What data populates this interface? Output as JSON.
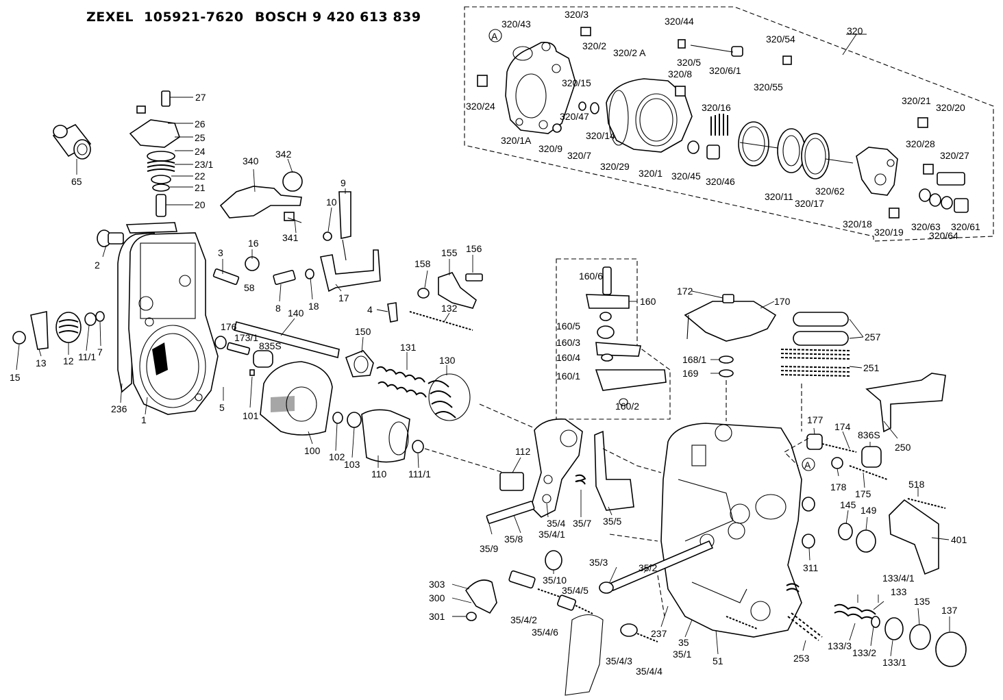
{
  "header": {
    "brand1": "ZEXEL",
    "part1": "105921-7620",
    "brand2": "BOSCH",
    "part2": "9 420 613 839"
  },
  "labels": {
    "l320": "320",
    "l320_3": "320/3",
    "l320_43": "320/43",
    "l320_44": "320/44",
    "l320_54": "320/54",
    "l320_2": "320/2",
    "l320_2A": "320/2 A",
    "l320_5": "320/5",
    "l320_6_1": "320/6/1",
    "l320_55": "320/55",
    "l320_8": "320/8",
    "l320_15": "320/15",
    "l320_24": "320/24",
    "l320_47": "320/47",
    "l320_16": "320/16",
    "l320_14": "320/14",
    "l320_1A": "320/1A",
    "l320_9": "320/9",
    "l320_7": "320/7",
    "l320_29": "320/29",
    "l320_1": "320/1",
    "l320_45": "320/45",
    "l320_46": "320/46",
    "l320_11": "320/11",
    "l320_17": "320/17",
    "l320_62": "320/62",
    "l320_21": "320/21",
    "l320_20": "320/20",
    "l320_28": "320/28",
    "l320_27": "320/27",
    "l320_18": "320/18",
    "l320_19": "320/19",
    "l320_63": "320/63",
    "l320_61": "320/61",
    "l320_64": "320/64",
    "l27": "27",
    "l26": "26",
    "l25": "25",
    "l24": "24",
    "l23_1": "23/1",
    "l22": "22",
    "l21": "21",
    "l20": "20",
    "l65": "65",
    "l340": "340",
    "l342": "342",
    "l341": "341",
    "l9": "9",
    "l10": "10",
    "l2": "2",
    "l3": "3",
    "l16": "16",
    "l58": "58",
    "l8": "8",
    "l18": "18",
    "l17": "17",
    "l158": "158",
    "l155": "155",
    "l156": "156",
    "l4": "4",
    "l132": "132",
    "l140": "140",
    "l176": "176",
    "l173_1": "173/1",
    "l835S": "835S",
    "l150": "150",
    "l131": "131",
    "l130": "130",
    "l15": "15",
    "l13": "13",
    "l12": "12",
    "l11_1": "11/1",
    "l7": "7",
    "l236": "236",
    "l1": "1",
    "l5": "5",
    "l101": "101",
    "l100": "100",
    "l102": "102",
    "l103": "103",
    "l110": "110",
    "l111_1": "111/1",
    "l112": "112",
    "l160": "160",
    "l160_6": "160/6",
    "l160_5": "160/5",
    "l160_3": "160/3",
    "l160_4": "160/4",
    "l160_1": "160/1",
    "l160_2": "160/2",
    "l172": "172",
    "l170": "170",
    "l168_1": "168/1",
    "l169": "169",
    "l257": "257",
    "l251": "251",
    "l177": "177",
    "l174": "174",
    "l836S": "836S",
    "l250": "250",
    "l178": "178",
    "l175": "175",
    "l518": "518",
    "l145": "145",
    "l149": "149",
    "l401": "401",
    "l311": "311",
    "l35_4": "35/4",
    "l35_4_1": "35/4/1",
    "l35_7": "35/7",
    "l35_5": "35/5",
    "l35_9": "35/9",
    "l35_8": "35/8",
    "l35_2": "35/2",
    "l35_3": "35/3",
    "l35_10": "35/10",
    "l35_4_5": "35/4/5",
    "l35_4_2": "35/4/2",
    "l35_4_6": "35/4/6",
    "l35_4_3": "35/4/3",
    "l35_4_4": "35/4/4",
    "l303": "303",
    "l300": "300",
    "l301": "301",
    "l237": "237",
    "l35": "35",
    "l35_1": "35/1",
    "l51": "51",
    "l253": "253",
    "l133_4_1": "133/4/1",
    "l133": "133",
    "l135": "135",
    "l137": "137",
    "l133_3": "133/3",
    "l133_2": "133/2",
    "l133_1": "133/1",
    "markA": "A"
  }
}
